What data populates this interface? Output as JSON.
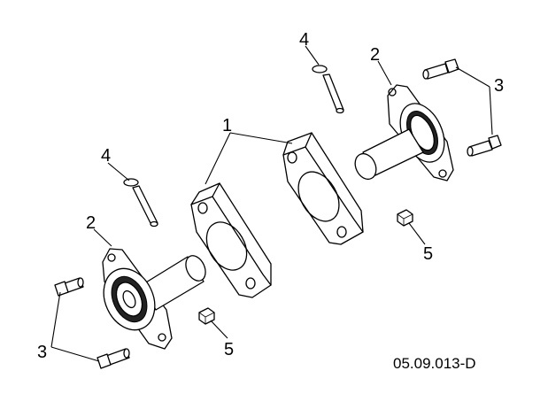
{
  "diagram": {
    "callouts": {
      "spacer": "1",
      "bearing_flange_upper": "2",
      "bearing_flange_lower": "2",
      "bolt_right": "3",
      "bolt_left": "3",
      "pin_upper": "4",
      "pin_left": "4",
      "nut_right": "5",
      "nut_lower": "5"
    },
    "figure_code": "05.09.013-D"
  }
}
